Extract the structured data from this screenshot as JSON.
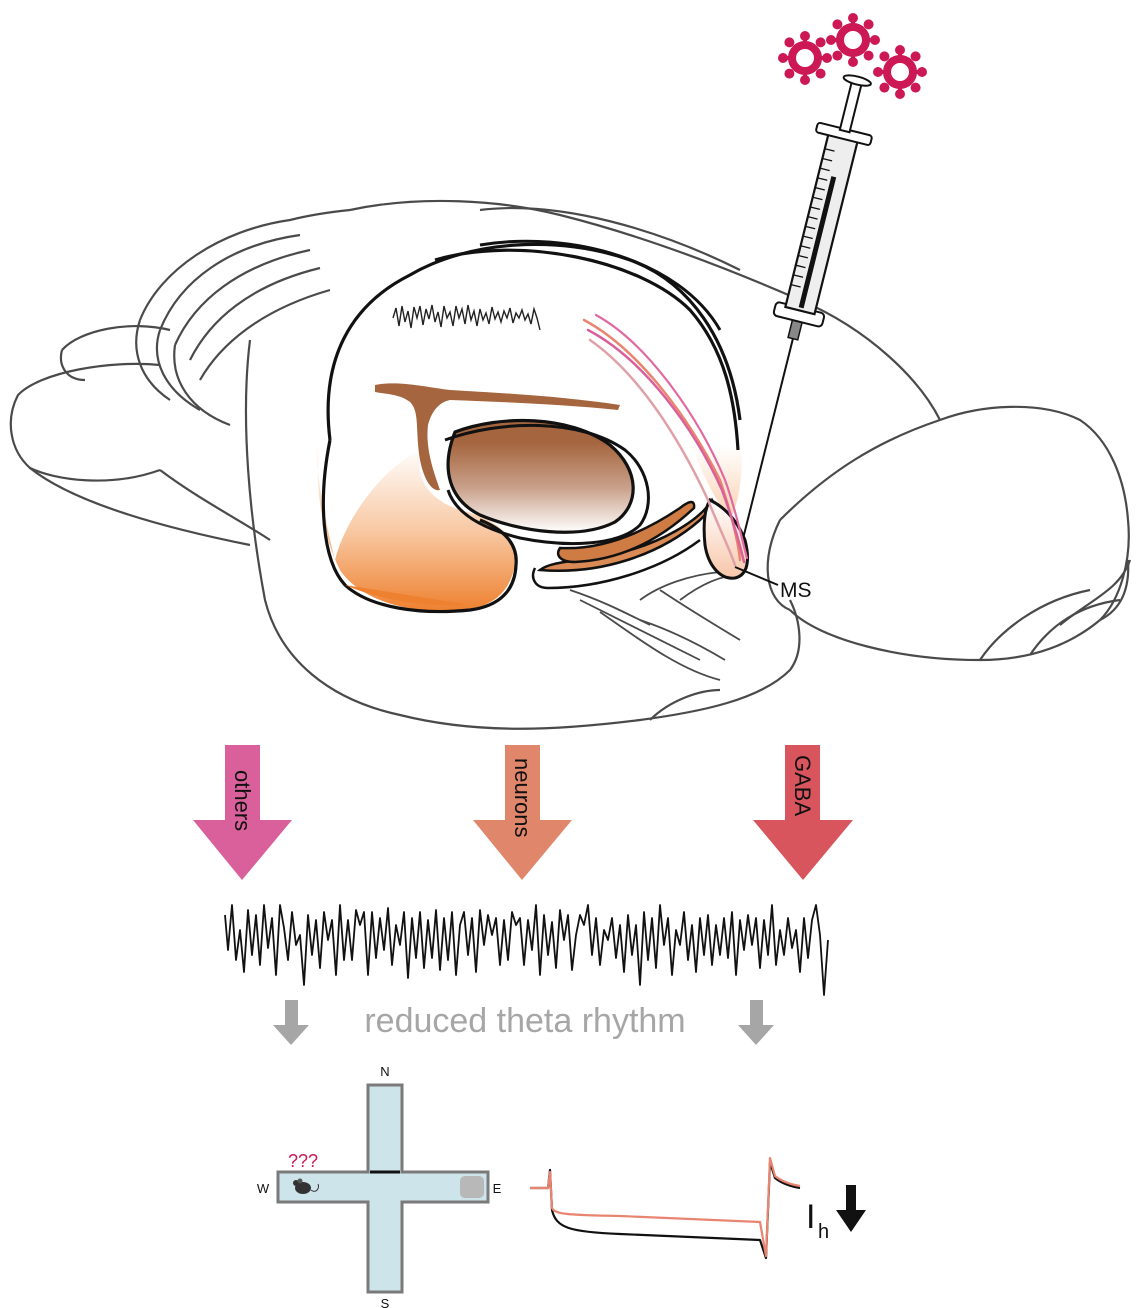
{
  "brain": {
    "region_label": "MS"
  },
  "arrows": [
    {
      "label": "others",
      "color": "#d9609a"
    },
    {
      "label": "neurons",
      "color": "#e0866a"
    },
    {
      "label": "GABA",
      "color": "#d9555e"
    }
  ],
  "effect_text": "reduced theta rhythm",
  "maze": {
    "north": "N",
    "south": "S",
    "east": "E",
    "west": "W",
    "question": "???",
    "arm_color": "#cde4ea"
  },
  "current": {
    "symbol": "I",
    "subscript": "h"
  },
  "colors": {
    "virus": "#cc1855",
    "orange": "#ee8130",
    "brown": "#a5663f",
    "salmon": "#e8846f",
    "grey_text": "#a6a6a6"
  }
}
